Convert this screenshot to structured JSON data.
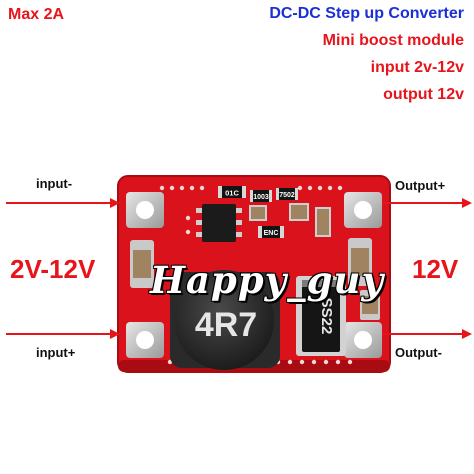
{
  "header": {
    "max_current": "Max 2A",
    "title": "DC-DC Step up Converter",
    "subtitle_1": "Mini boost module",
    "subtitle_2": "input 2v-12v",
    "subtitle_3": "output 12v"
  },
  "labels": {
    "input_negative": "input-",
    "input_positive": "input+",
    "output_positive": "Output+",
    "output_negative": "Output-",
    "input_voltage": "2V-12V",
    "output_voltage": "12V"
  },
  "board": {
    "inductor_marking": "4R7",
    "diode_marking": "SS22",
    "resistor_marking_1": "01C",
    "resistor_marking_2": "1003",
    "resistor_marking_3": "7502",
    "cap_marking": "ENC"
  },
  "watermark": "Happy_guy",
  "colors": {
    "pcb_red": "#d9121b",
    "arrow_red": "#e8141b",
    "title_blue": "#1a2fd6",
    "pad_silver": "#c8c8c8"
  }
}
